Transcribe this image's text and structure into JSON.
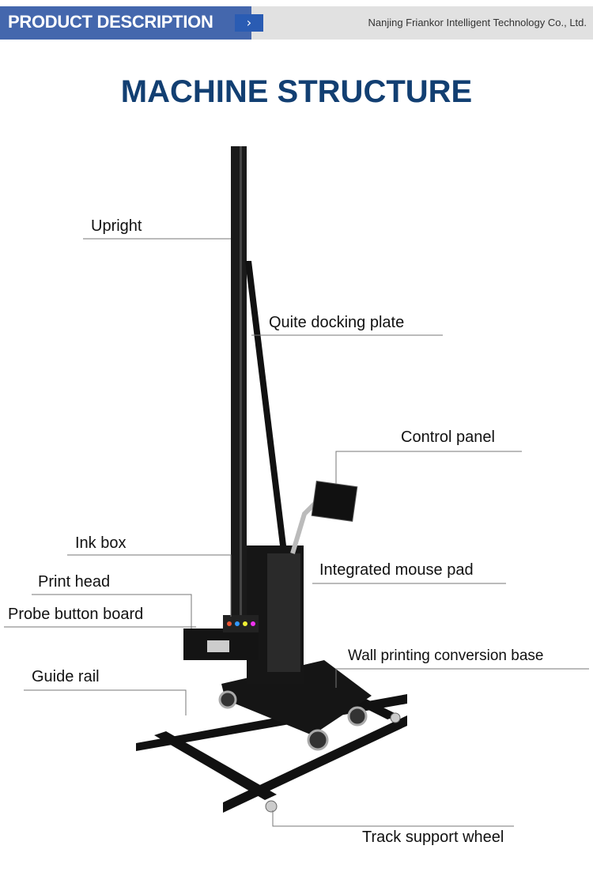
{
  "header": {
    "title": "PRODUCT DESCRIPTION",
    "chevron": "›",
    "company": "Nanjing Friankor Intelligent Technology Co., Ltd."
  },
  "main_title": "MACHINE STRUCTURE",
  "labels": {
    "upright": "Upright",
    "docking_plate": "Quite docking plate",
    "control_panel": "Control panel",
    "ink_box": "Ink box",
    "mouse_pad": "Integrated mouse pad",
    "print_head": "Print head",
    "probe_board": "Probe button board",
    "conversion_base": "Wall printing conversion base",
    "guide_rail": "Guide rail",
    "track_wheel": "Track support wheel"
  },
  "colors": {
    "header_blue": "#4467ad",
    "chevron_blue": "#2a5cb3",
    "title_navy": "#123f72",
    "header_gray": "#e1e1e1"
  }
}
